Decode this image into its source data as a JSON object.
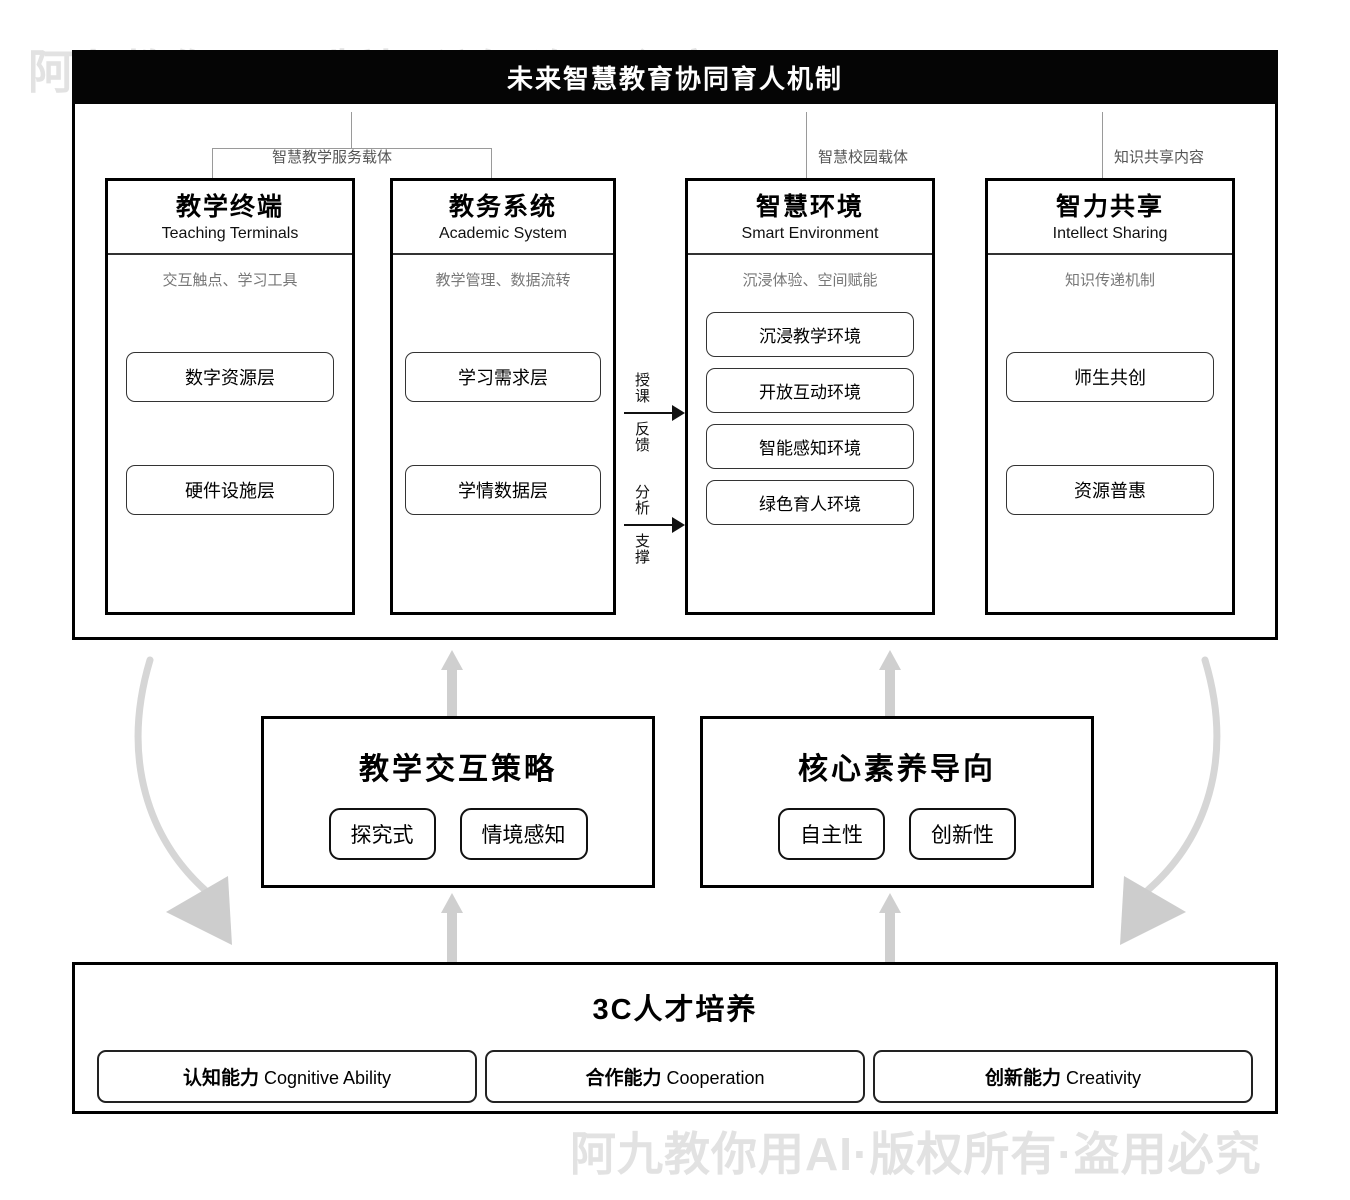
{
  "watermark": {
    "text": "阿九教你用AI·版权所有·盗用必究"
  },
  "header": {
    "title": "未来智慧教育协同育人机制"
  },
  "group_labels": [
    {
      "label": "智慧教学服务载体"
    },
    {
      "label": "智慧校园载体"
    },
    {
      "label": "知识共享内容"
    }
  ],
  "columns": [
    {
      "title_cn": "教学终端",
      "title_en": "Teaching Terminals",
      "subtitle": "交互触点、学习工具",
      "items": [
        "数字资源层",
        "硬件设施层"
      ]
    },
    {
      "title_cn": "教务系统",
      "title_en": "Academic System",
      "subtitle": "教学管理、数据流转",
      "items": [
        "学习需求层",
        "学情数据层"
      ]
    },
    {
      "title_cn": "智慧环境",
      "title_en": "Smart Environment",
      "subtitle": "沉浸体验、空间赋能",
      "items": [
        "沉浸教学环境",
        "开放互动环境",
        "智能感知环境",
        "绿色育人环境"
      ]
    },
    {
      "title_cn": "智力共享",
      "title_en": "Intellect Sharing",
      "subtitle": "知识传递机制",
      "items": [
        "师生共创",
        "资源普惠"
      ]
    }
  ],
  "flow_arrows": [
    {
      "above": "授课",
      "below": "反馈"
    },
    {
      "above": "分析",
      "below": "支撑"
    }
  ],
  "strategies": [
    {
      "title": "教学交互策略",
      "chips": [
        "探究式",
        "情境感知"
      ]
    },
    {
      "title": "核心素养导向",
      "chips": [
        "自主性",
        "创新性"
      ]
    }
  ],
  "bottom": {
    "title": "3C人才培养",
    "capabilities": [
      {
        "cn": "认知能力",
        "en": "Cognitive Ability"
      },
      {
        "cn": "合作能力",
        "en": "Cooperation"
      },
      {
        "cn": "创新能力",
        "en": "Creativity"
      }
    ]
  },
  "colors": {
    "ink": "#000000",
    "header_bg": "#050505",
    "header_fg": "#ffffff",
    "muted": "#777777",
    "gray_arrow": "#cfcfcf",
    "watermark": "#e2e2e2"
  }
}
